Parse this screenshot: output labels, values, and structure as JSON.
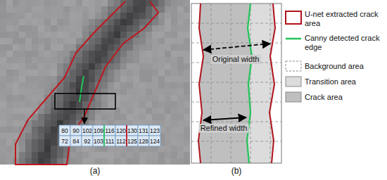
{
  "diagram": {
    "labels": [
      "80",
      "90",
      "102",
      "109",
      "116",
      "120",
      "130",
      "131",
      "123",
      "72",
      "84",
      "92",
      "103",
      "111",
      "112",
      "125",
      "128",
      "124",
      "(a)",
      "Original width",
      "Refined width",
      "(b)"
    ],
    "legend": [
      {
        "text": "U-net extracted crack area"
      },
      {
        "text": "Canny detected crack edge"
      },
      {
        "text": "Background area"
      },
      {
        "text": "Transition area",
        "color": "#dcdcdc"
      },
      {
        "text": "Crack area",
        "color": "#bfbfbf"
      }
    ]
  }
}
